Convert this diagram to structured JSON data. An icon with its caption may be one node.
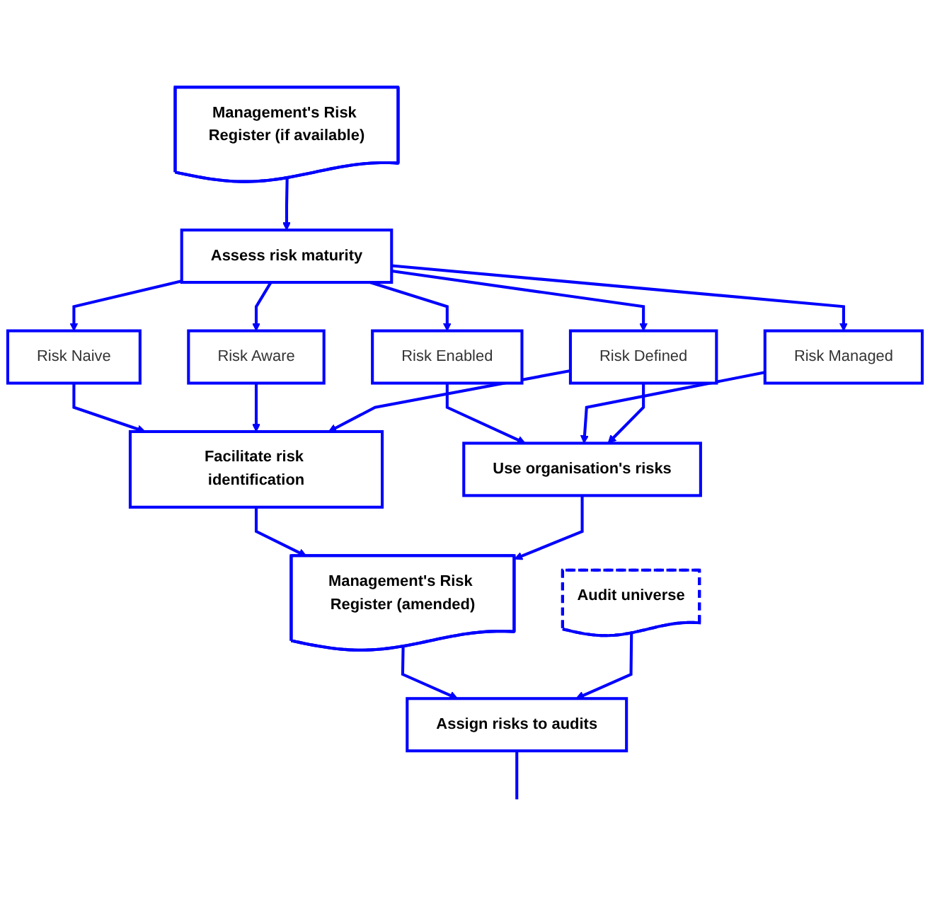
{
  "diagram": {
    "nodes": [
      {
        "text": [
          "Management's Risk Register (if available)"
        ]
      },
      {
        "text": [
          "Risk Naive"
        ]
      },
      {
        "text": [
          "Assess risk maturity"
        ]
      },
      {
        "text": [
          "Risk Enabled"
        ]
      },
      {
        "text": [
          "Risk Aware"
        ]
      },
      {
        "text": [
          "Risk Managed"
        ]
      },
      {
        "text": [
          "Risk Defined"
        ]
      },
      {
        "text": [
          "Facilitate risk identification"
        ]
      },
      {
        "text": [
          "Management's Risk Register (amended)"
        ]
      },
      {
        "text": [
          "Use organisation's risks"
        ]
      },
      {
        "text": [
          "Audit universe"
        ]
      },
      {
        "text": [
          "Assign risks to audits"
        ]
      }
    ],
    "edges": [
      {
        "from": 0,
        "to": 2,
        "arrow": "to"
      },
      {
        "from": 2,
        "to": 1,
        "arrow": "to"
      },
      {
        "from": 2,
        "to": 4,
        "arrow": "to"
      },
      {
        "from": 2,
        "to": 3,
        "arrow": "to"
      },
      {
        "from": 2,
        "to": 5,
        "arrow": "to"
      },
      {
        "from": 2,
        "to": 6,
        "arrow": "to"
      },
      {
        "from": 1,
        "to": 7,
        "arrow": "to"
      },
      {
        "from": 4,
        "to": 7,
        "arrow": "to"
      },
      {
        "from": 6,
        "to": 7,
        "arrow": "to"
      },
      {
        "from": 3,
        "to": 9,
        "arrow": "to"
      },
      {
        "from": 5,
        "to": 9,
        "arrow": "to"
      },
      {
        "from": 6,
        "to": 9,
        "arrow": "to"
      },
      {
        "from": 7,
        "to": 8,
        "arrow": "to"
      },
      {
        "from": 9,
        "to": 8,
        "arrow": "to"
      },
      {
        "from": 8,
        "to": 11,
        "arrow": "to"
      },
      {
        "from": 10,
        "to": 11,
        "arrow": "to"
      },
      {
        "from": 11,
        "to": null,
        "arrow": "none"
      }
    ]
  }
}
